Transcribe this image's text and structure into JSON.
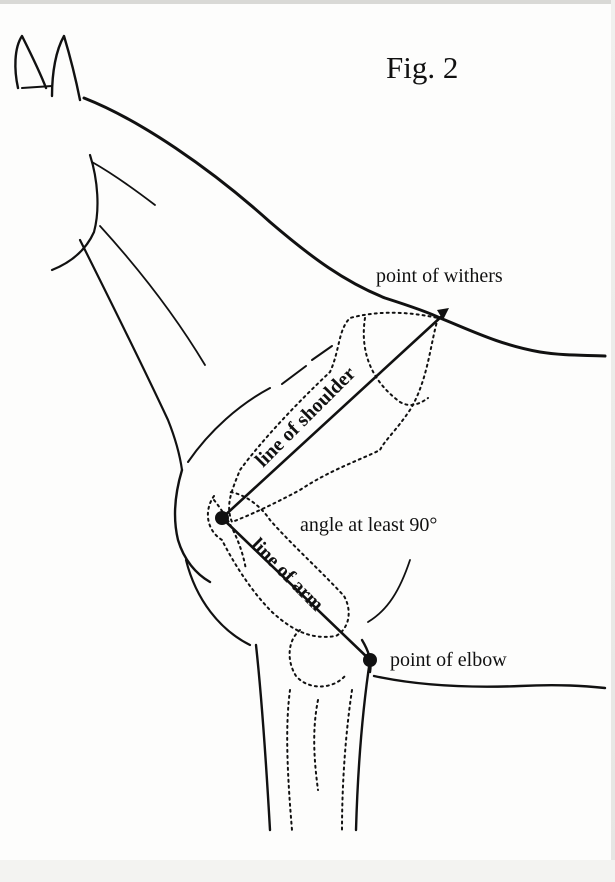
{
  "figure": {
    "title": "Fig. 2",
    "labels": {
      "withers": "point of withers",
      "shoulder_line": "line of shoulder",
      "angle": "angle at least 90°",
      "arm_line": "line of arm",
      "elbow": "point of elbow"
    }
  },
  "colors": {
    "ink": "#111111",
    "paper": "#fdfdfc"
  }
}
